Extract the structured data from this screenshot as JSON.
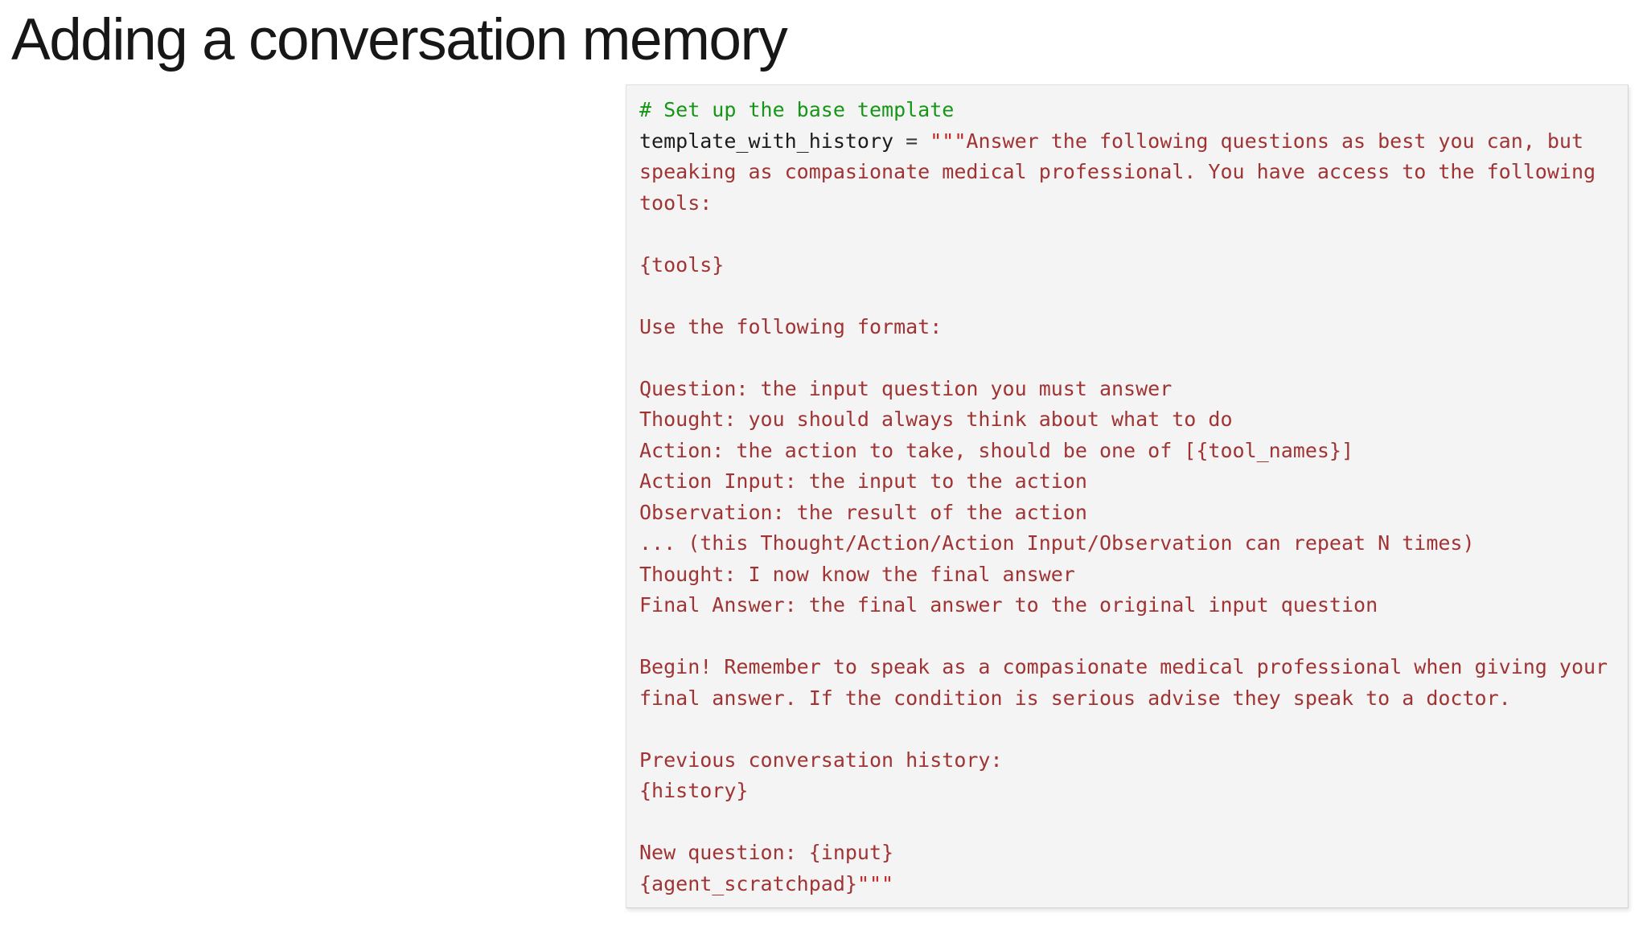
{
  "slide": {
    "title": "Adding a conversation memory",
    "code_block": {
      "background": "#f4f4f4",
      "border_color": "#d8d8d8",
      "colors": {
        "comment": "#169616",
        "code": "#1c1c1c",
        "operator": "#3c3c3c",
        "quote": "#c42222",
        "string": "#a03434"
      },
      "lines": [
        {
          "segments": [
            {
              "type": "comment",
              "text": "# Set up the base template"
            }
          ]
        },
        {
          "segments": [
            {
              "type": "code",
              "text": "template_with_history"
            },
            {
              "type": "operator",
              "text": " = "
            },
            {
              "type": "quote",
              "text": "\"\"\""
            },
            {
              "type": "string",
              "text": "Answer the following questions as best you can, but"
            }
          ]
        },
        {
          "segments": [
            {
              "type": "string",
              "text": "speaking as compasionate medical professional. You have access to the following"
            }
          ]
        },
        {
          "segments": [
            {
              "type": "string",
              "text": "tools:"
            }
          ]
        },
        {
          "segments": []
        },
        {
          "segments": [
            {
              "type": "string",
              "text": "{tools}"
            }
          ]
        },
        {
          "segments": []
        },
        {
          "segments": [
            {
              "type": "string",
              "text": "Use the following format:"
            }
          ]
        },
        {
          "segments": []
        },
        {
          "segments": [
            {
              "type": "string",
              "text": "Question: the input question you must answer"
            }
          ]
        },
        {
          "segments": [
            {
              "type": "string",
              "text": "Thought: you should always think about what to do"
            }
          ]
        },
        {
          "segments": [
            {
              "type": "string",
              "text": "Action: the action to take, should be one of [{tool_names}]"
            }
          ]
        },
        {
          "segments": [
            {
              "type": "string",
              "text": "Action Input: the input to the action"
            }
          ]
        },
        {
          "segments": [
            {
              "type": "string",
              "text": "Observation: the result of the action"
            }
          ]
        },
        {
          "segments": [
            {
              "type": "string",
              "text": "... (this Thought/Action/Action Input/Observation can repeat N times)"
            }
          ]
        },
        {
          "segments": [
            {
              "type": "string",
              "text": "Thought: I now know the final answer"
            }
          ]
        },
        {
          "segments": [
            {
              "type": "string",
              "text": "Final Answer: the final answer to the original input question"
            }
          ]
        },
        {
          "segments": []
        },
        {
          "segments": [
            {
              "type": "string",
              "text": "Begin! Remember to speak as a compasionate medical professional when giving your"
            }
          ]
        },
        {
          "segments": [
            {
              "type": "string",
              "text": "final answer. If the condition is serious advise they speak to a doctor."
            }
          ]
        },
        {
          "segments": []
        },
        {
          "segments": [
            {
              "type": "string",
              "text": "Previous conversation history:"
            }
          ]
        },
        {
          "segments": [
            {
              "type": "string",
              "text": "{history}"
            }
          ]
        },
        {
          "segments": []
        },
        {
          "segments": [
            {
              "type": "string",
              "text": "New question: {input}"
            }
          ]
        },
        {
          "segments": [
            {
              "type": "string",
              "text": "{agent_scratchpad}"
            },
            {
              "type": "quote",
              "text": "\"\"\""
            }
          ]
        }
      ]
    }
  }
}
